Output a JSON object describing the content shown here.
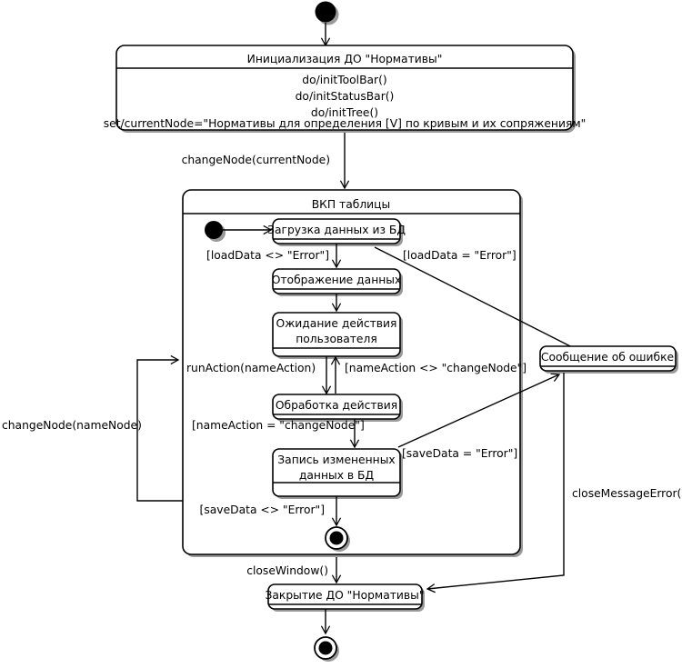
{
  "diagram": {
    "type": "uml-state-diagram",
    "language": "ru",
    "background_color": "#ffffff",
    "line_color": "#000000",
    "shadow_color": "#9a9a9a"
  },
  "nodes": {
    "start_top": {
      "kind": "initial-state",
      "label": ""
    },
    "init_state": {
      "kind": "state",
      "name": "Инициализация ДО \"Нормативы\"",
      "actions": [
        "do/initToolBar()",
        "do/initStatusBar()",
        "do/initTree()",
        "set/currentNode=\"Нормативы для определения [V] по кривым и их сопряжениям\""
      ]
    },
    "composite": {
      "kind": "composite-state",
      "name": "ВКП таблицы"
    },
    "start_inner": {
      "kind": "initial-state",
      "label": ""
    },
    "load_data": {
      "kind": "state",
      "name": "Загрузка данных из БД"
    },
    "show_data": {
      "kind": "state",
      "name": "Отображение данных"
    },
    "wait_user": {
      "kind": "state",
      "name_line1": "Ожидание действия",
      "name_line2": "пользователя"
    },
    "process_action": {
      "kind": "state",
      "name": "Обработка действия"
    },
    "save_data": {
      "kind": "state",
      "name_line1": "Запись измененных",
      "name_line2": "данных в БД"
    },
    "final_inner": {
      "kind": "final-state",
      "label": ""
    },
    "error_msg": {
      "kind": "state",
      "name": "Сообщение об ошибке"
    },
    "close_state": {
      "kind": "state",
      "name": "Закрытие ДО \"Нормативы\""
    },
    "final_bottom": {
      "kind": "final-state",
      "label": ""
    }
  },
  "transitions": {
    "t_start_init": {
      "label": ""
    },
    "t_init_composite": {
      "label": "changeNode(currentNode)"
    },
    "t_start_load": {
      "label": ""
    },
    "t_load_show": {
      "label": "[loadData <> \"Error\"]"
    },
    "t_load_error": {
      "label": "[loadData = \"Error\"]"
    },
    "t_show_wait": {
      "label": ""
    },
    "t_wait_process": {
      "label": "runAction(nameAction)"
    },
    "t_process_wait": {
      "label": "[nameAction <> \"changeNode\"]"
    },
    "t_process_save": {
      "label": "[nameAction = \"changeNode\"]"
    },
    "t_save_error": {
      "label": "[saveData = \"Error\"]"
    },
    "t_save_final": {
      "label": "[saveData <> \"Error\"]"
    },
    "t_loop_left": {
      "label": "changeNode(nameNode)"
    },
    "t_composite_close": {
      "label": "closeWindow()"
    },
    "t_error_close": {
      "label": "closeMessageError()"
    },
    "t_close_final": {
      "label": ""
    }
  }
}
